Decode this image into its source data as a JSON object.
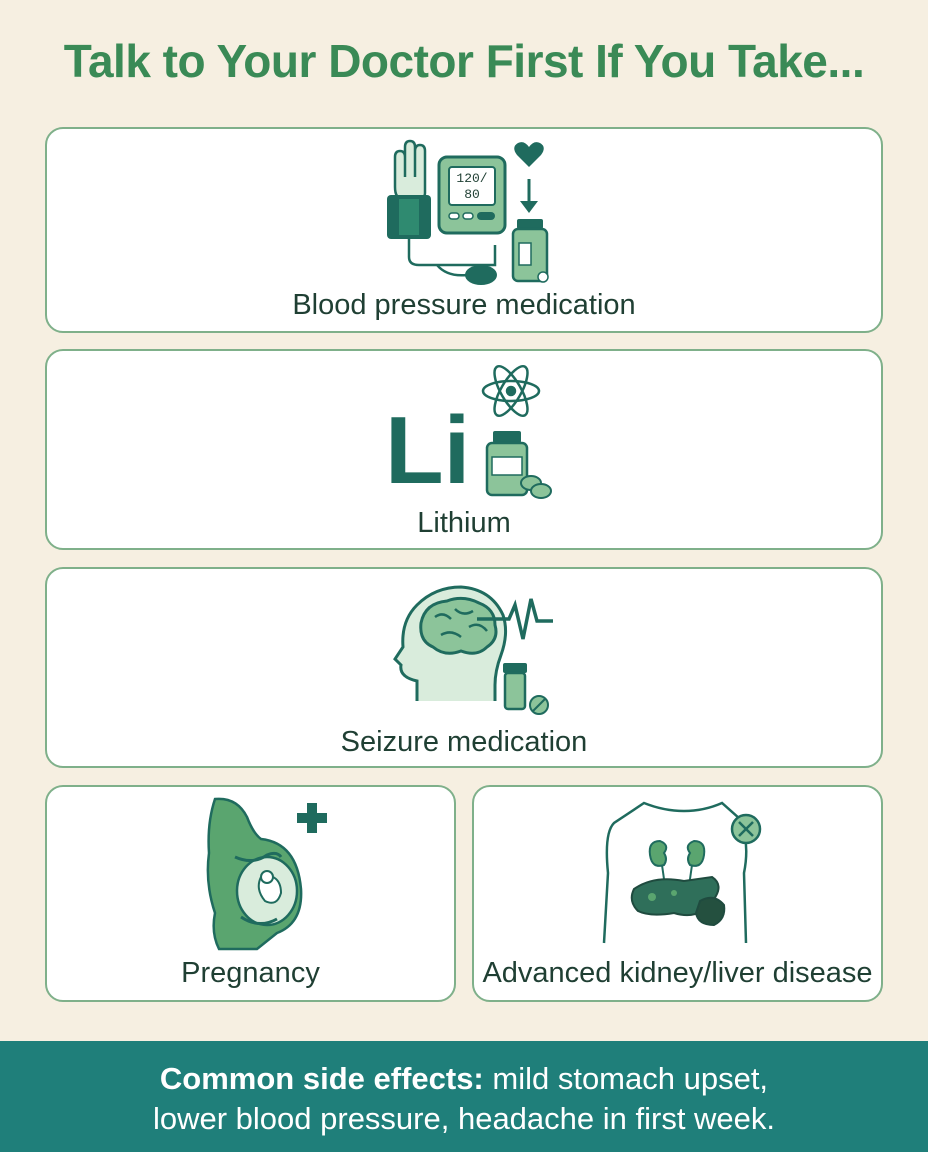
{
  "title": "Talk to Your Doctor First If You Take...",
  "cards": [
    {
      "label": "Blood pressure medication",
      "icon": "blood-pressure-monitor-icon",
      "monitor_reading": [
        "120/",
        "80"
      ]
    },
    {
      "label": "Lithium",
      "icon": "lithium-icon",
      "symbol": "Li"
    },
    {
      "label": "Seizure medication",
      "icon": "brain-seizure-icon"
    },
    {
      "label": "Pregnancy",
      "icon": "pregnancy-icon"
    },
    {
      "label": "Advanced kidney/liver disease",
      "icon": "kidney-liver-icon"
    }
  ],
  "footer": {
    "bold": "Common side effects:",
    "line1_rest": " mild stomach upset,",
    "line2": "lower blood pressure, headache in first week."
  },
  "colors": {
    "background": "#f6efe1",
    "title": "#3a8a56",
    "card_border": "#7fb08a",
    "icon_dark": "#1f6b5e",
    "icon_light": "#8cc49a",
    "footer": "#1f7f7a"
  }
}
